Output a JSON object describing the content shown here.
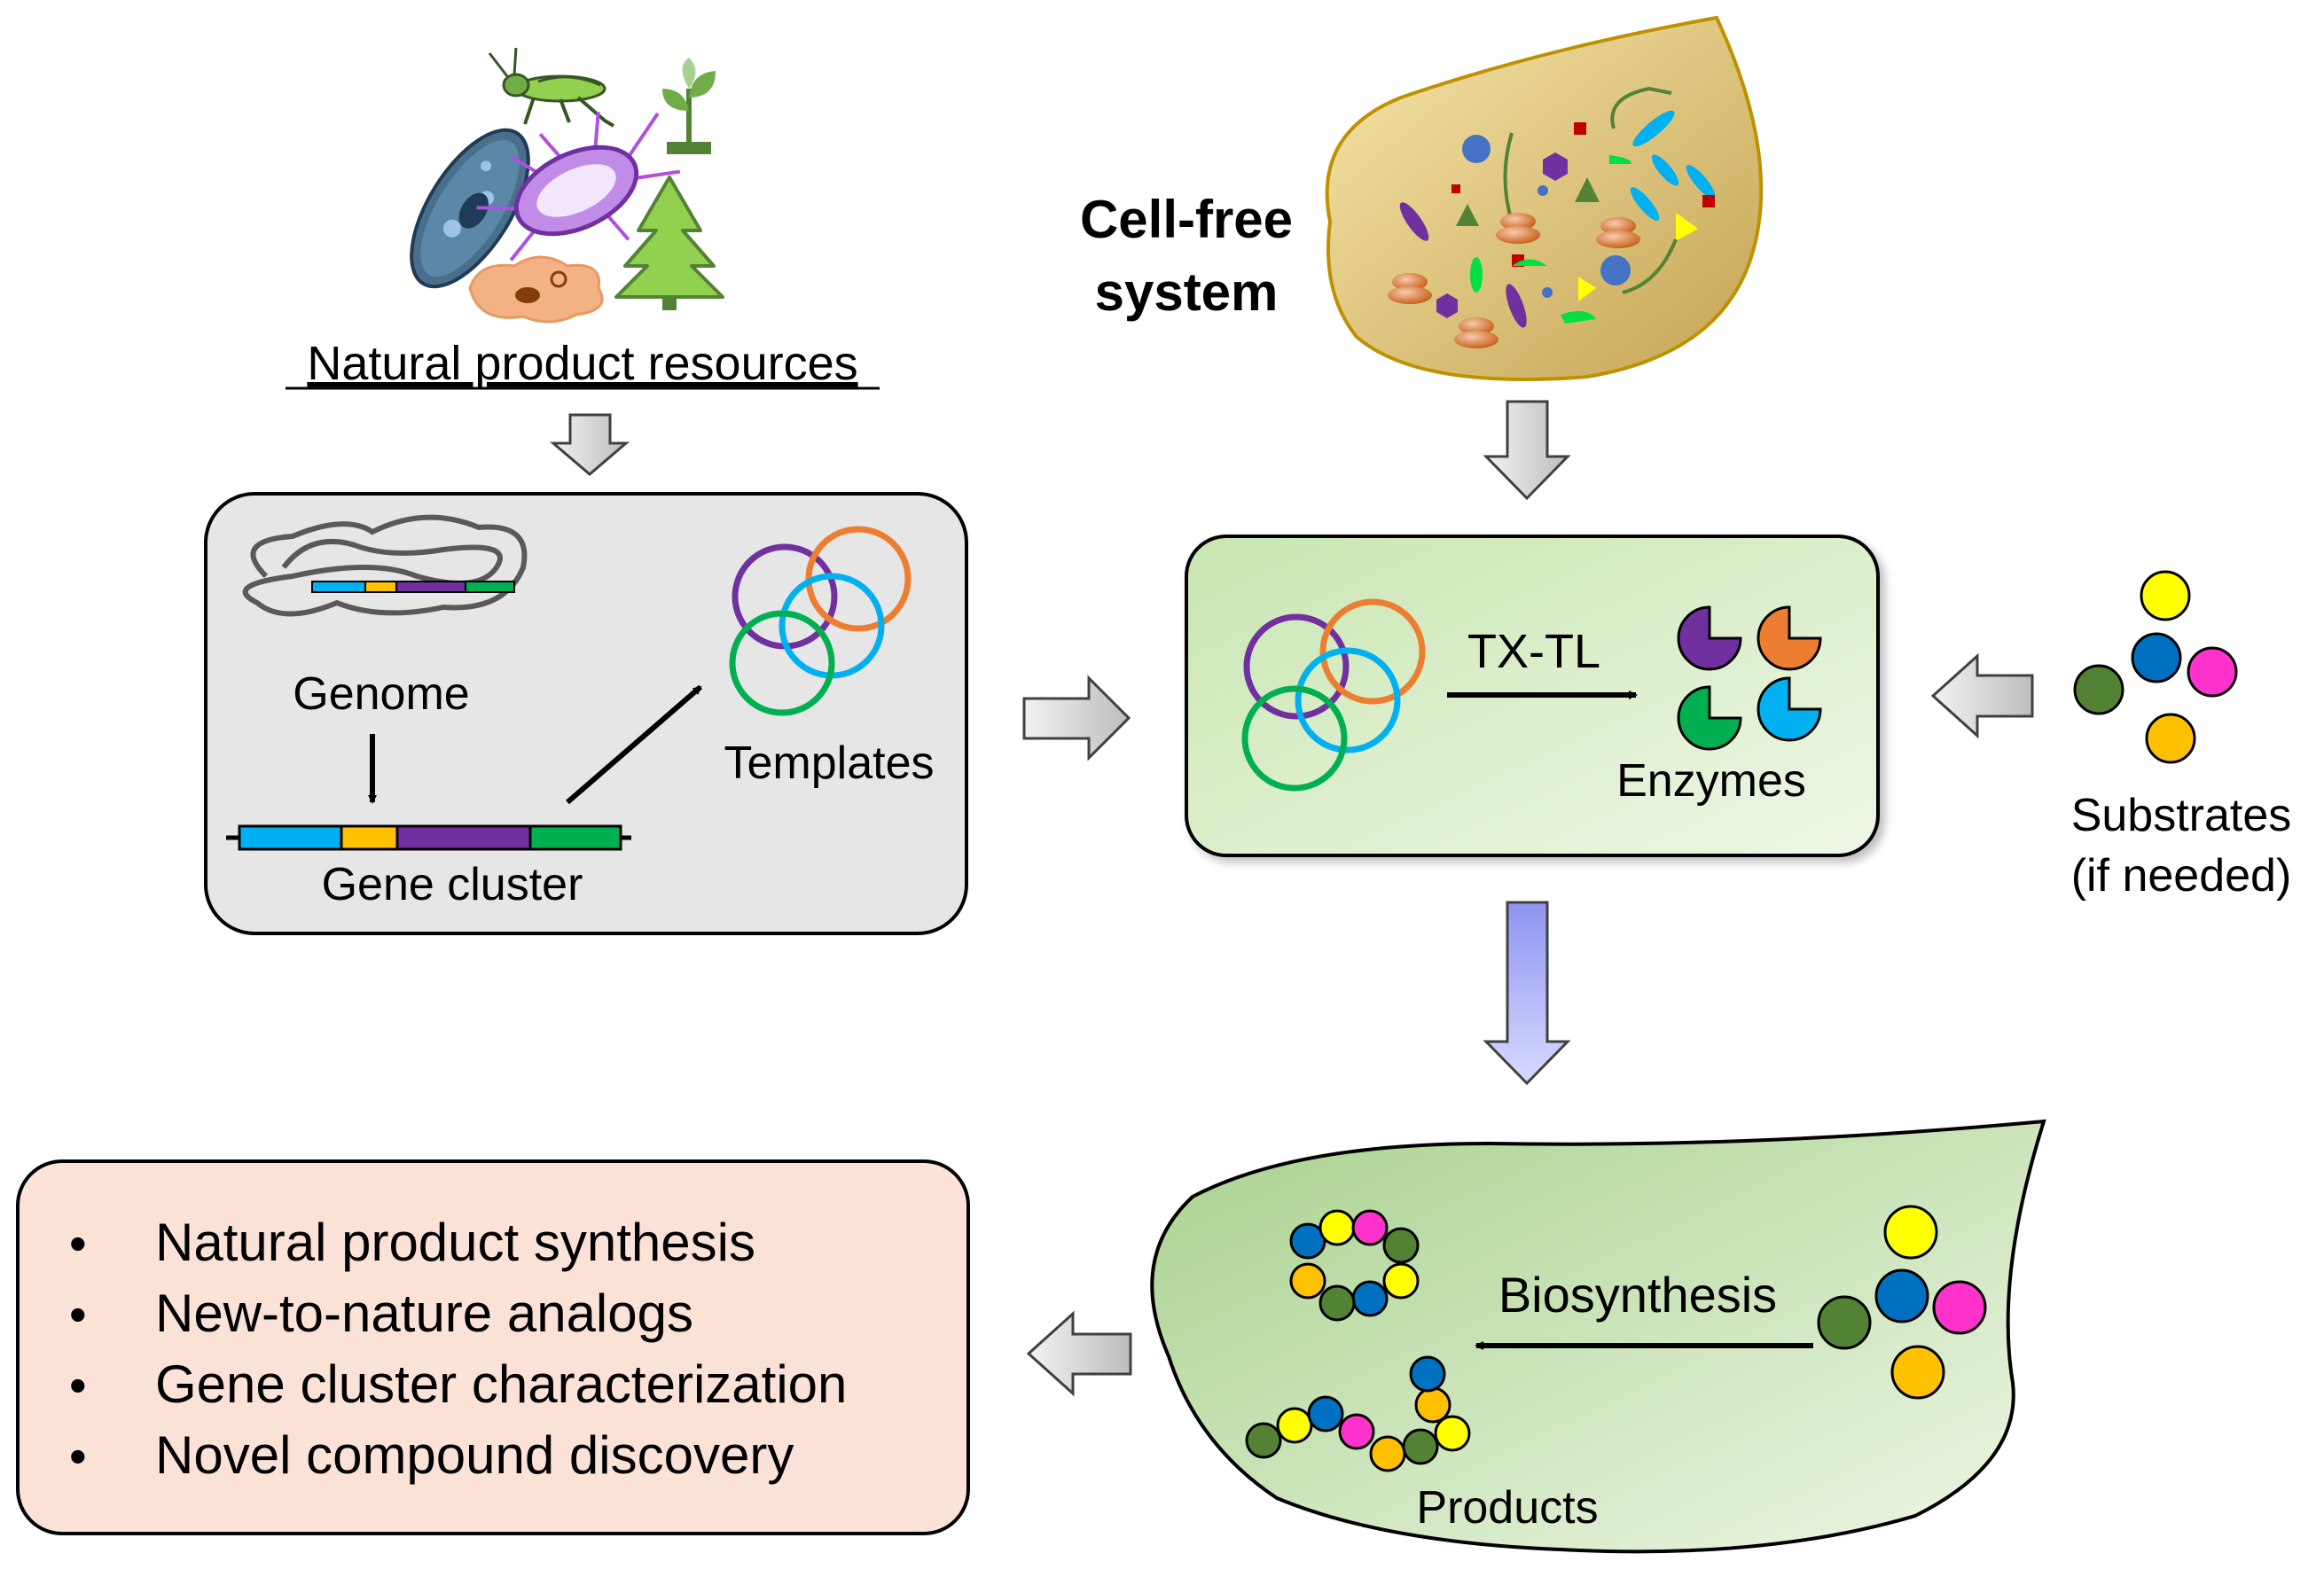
{
  "labels": {
    "natural_resources": "Natural product resources",
    "cell_free_line1": "Cell-free",
    "cell_free_line2": "system",
    "genome": "Genome",
    "gene_cluster": "Gene cluster",
    "templates": "Templates",
    "txtl": "TX-TL",
    "enzymes": "Enzymes",
    "substrates_line1": "Substrates",
    "substrates_line2": "(if needed)",
    "biosynthesis": "Biosynthesis",
    "products": "Products"
  },
  "applications": {
    "bullet": "•",
    "items": [
      "Natural product synthesis",
      "New-to-nature analogs",
      "Gene cluster characterization",
      "Novel compound discovery"
    ]
  },
  "colors": {
    "gray_panel": "#e6e6e6",
    "green_panel": "#e2f1d6",
    "peach_panel": "#fae3d6",
    "leaf_fill": "#c6e1b0",
    "cell_fill": "#dcc27a",
    "arrow_gray": "#d0d0d0",
    "arrow_blue": "#aab0f5",
    "purple": "#7030a0",
    "orange": "#ed7d31",
    "blue": "#00b0f0",
    "green": "#00b050",
    "yellow": "#ffff00",
    "magenta": "#ff33cc",
    "darkblue": "#0070c0",
    "darkgreen": "#548235",
    "gold": "#ffc000"
  },
  "icons": [
    "grasshopper-icon",
    "sprout-icon",
    "paramecium-icon",
    "bacterium-icon",
    "pine-tree-icon",
    "amoeba-icon",
    "ribosome-icon",
    "plasmid-icon",
    "enzyme-icon"
  ]
}
